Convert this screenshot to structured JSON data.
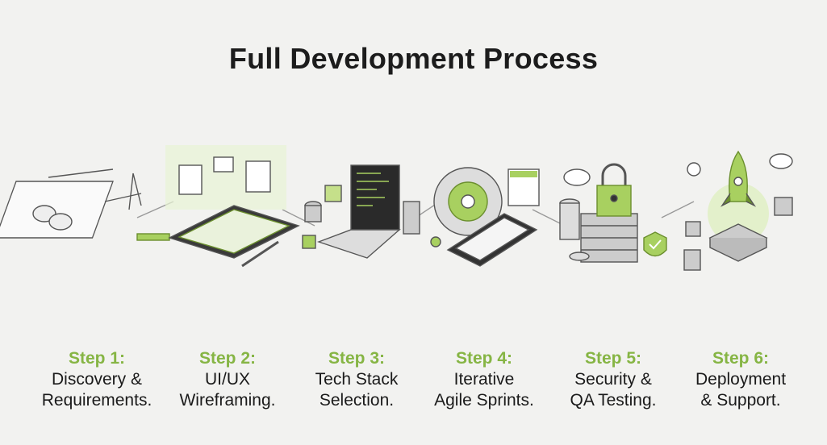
{
  "title": "Full Development Process",
  "accent_color": "#86b544",
  "steps": [
    {
      "number": "Step 1:",
      "line1": "Discovery &",
      "line2": "Requirements.",
      "icon": "blueprint-icon"
    },
    {
      "number": "Step 2:",
      "line1": "UI/UX",
      "line2": "Wireframing.",
      "icon": "tablet-wireframe-icon"
    },
    {
      "number": "Step 3:",
      "line1": "Tech Stack",
      "line2": "Selection.",
      "icon": "laptop-code-icon"
    },
    {
      "number": "Step 4:",
      "line1": "Iterative",
      "line2": "Agile Sprints.",
      "icon": "gear-phone-icon"
    },
    {
      "number": "Step 5:",
      "line1": "Security &",
      "line2": "QA Testing.",
      "icon": "lock-server-icon"
    },
    {
      "number": "Step 6:",
      "line1": "Deployment",
      "line2": "& Support.",
      "icon": "rocket-launch-icon"
    }
  ]
}
